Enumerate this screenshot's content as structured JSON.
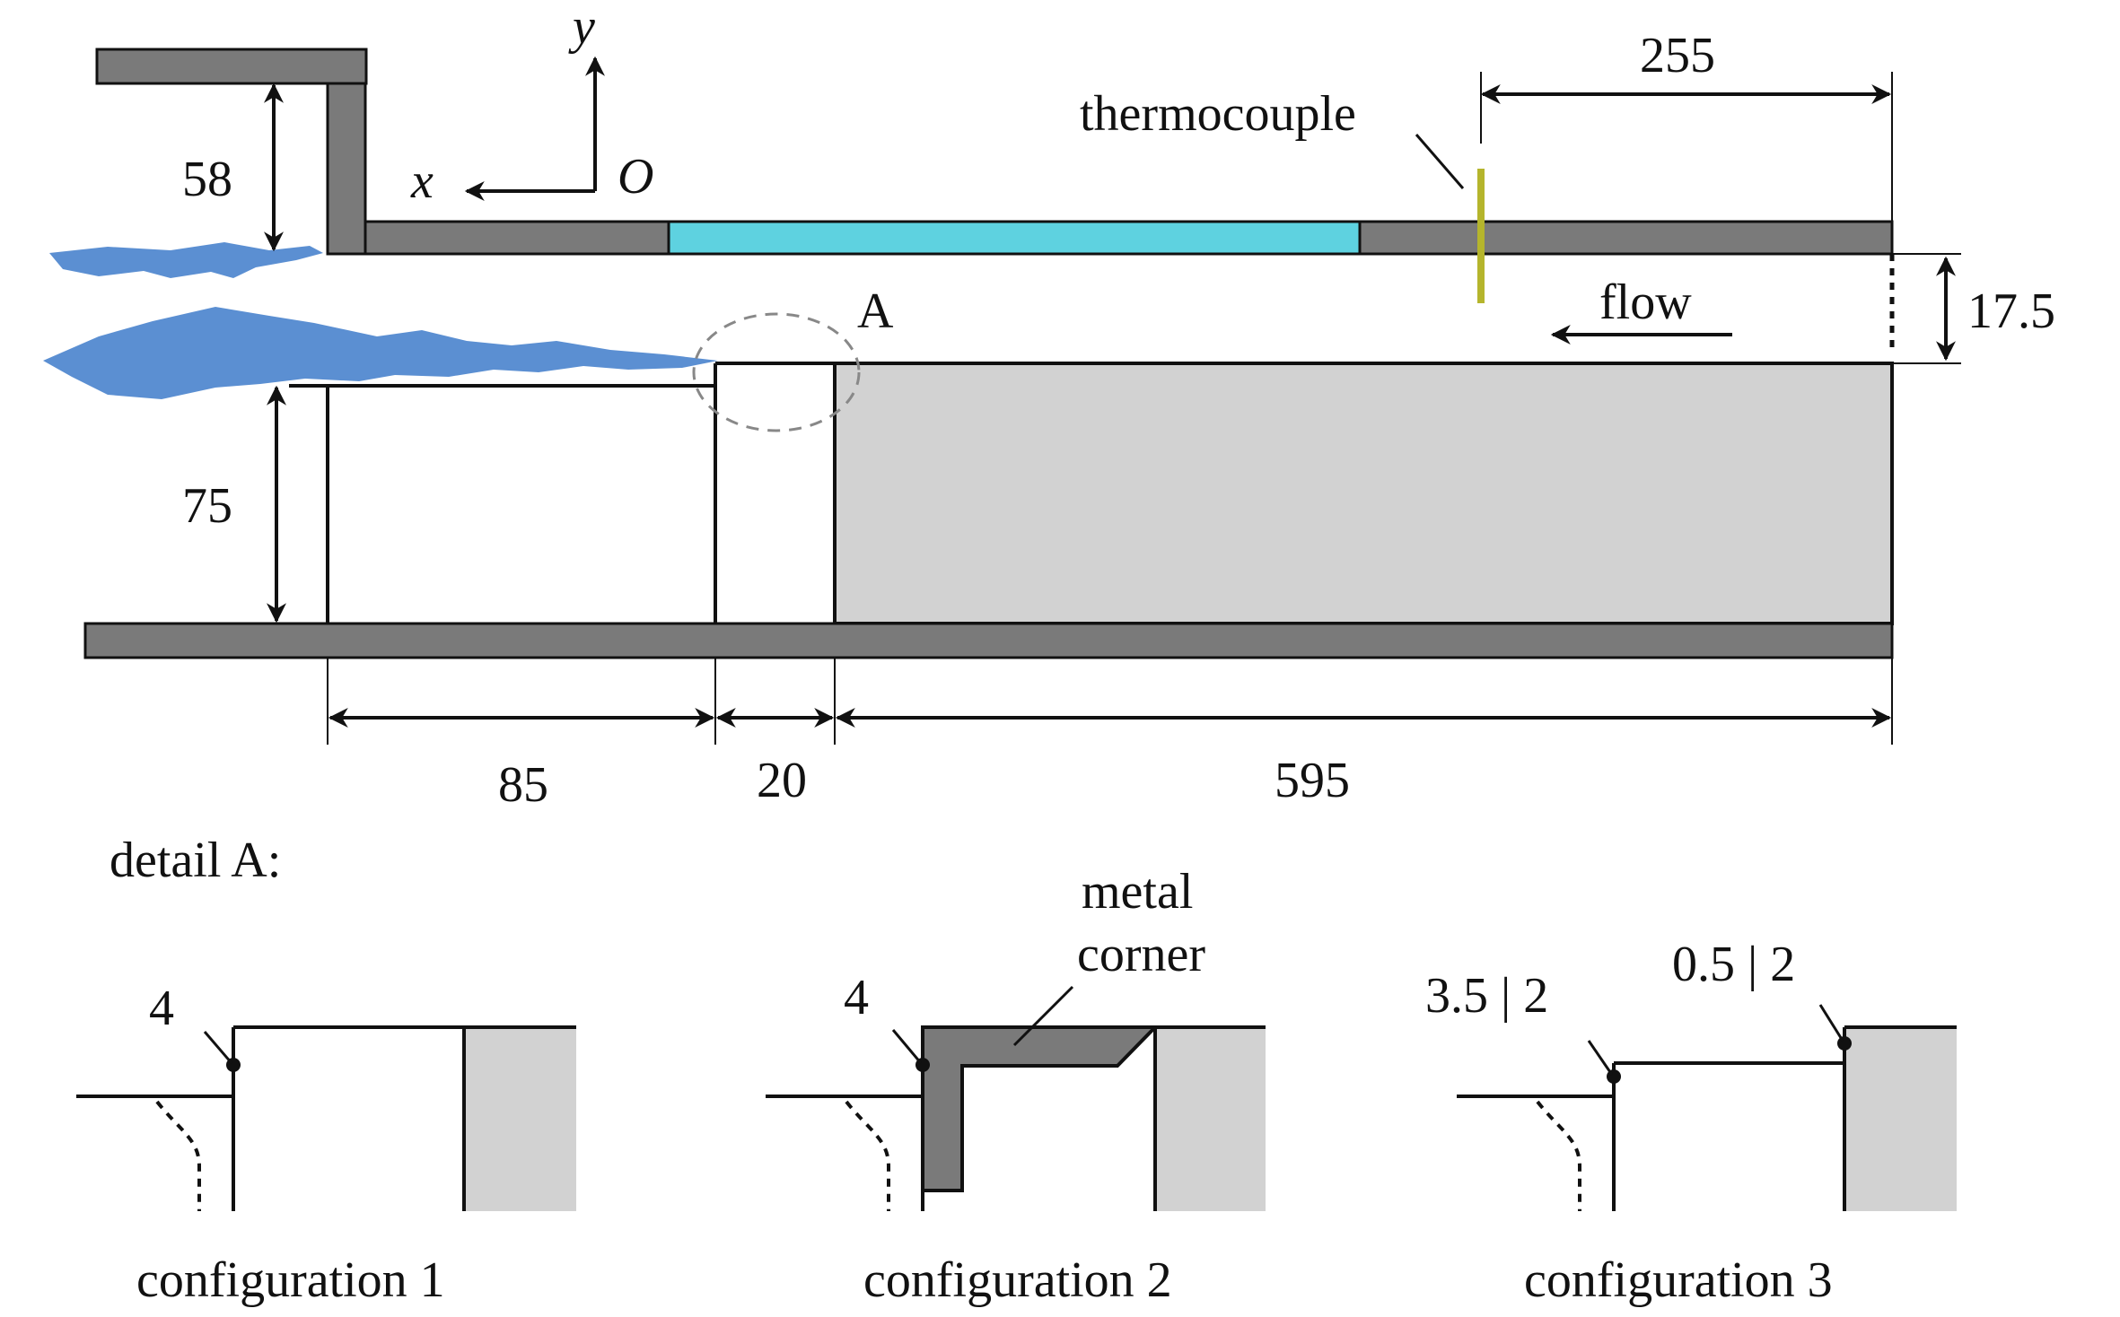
{
  "axes": {
    "y": "y",
    "x": "x",
    "origin": "O"
  },
  "labels": {
    "thermocouple": "thermocouple",
    "flow": "flow",
    "detail_marker": "A",
    "detail_title": "detail A:",
    "metal_corner_line1": "metal",
    "metal_corner_line2": "corner"
  },
  "dimensions": {
    "inlet_height": "58",
    "thermocouple_dist": "255",
    "channel_height": "17.5",
    "step_height": "75",
    "len_upstream": "85",
    "len_corner": "20",
    "len_downstream": "595"
  },
  "details": [
    {
      "name": "configuration 1",
      "mark_a": "4",
      "mark_b": ""
    },
    {
      "name": "configuration 2",
      "mark_a": "4",
      "mark_b": ""
    },
    {
      "name": "configuration 3",
      "mark_a": "3.5 | 2",
      "mark_b": "0.5 | 2"
    }
  ],
  "colors": {
    "wall": "#7a7a7a",
    "window": "#5ed2e0",
    "flame": "#5b8fd2",
    "solid": "#d2d2d2",
    "thermocouple": "#b5b52c"
  }
}
